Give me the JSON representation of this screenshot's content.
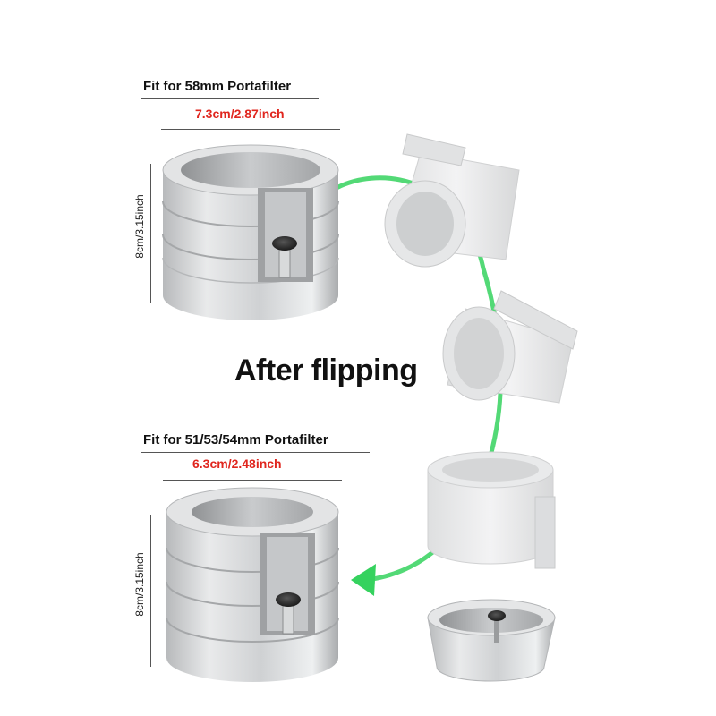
{
  "top": {
    "title": "Fit for 58mm Portafilter",
    "width_label": "7.3cm/2.87inch",
    "height_label": "8cm/3.15inch"
  },
  "headline": "After flipping",
  "bottom": {
    "title": "Fit for 51/53/54mm Portafilter",
    "width_label": "6.3cm/2.48inch",
    "height_label": "8cm/3.15inch"
  },
  "colors": {
    "arrow": "#35d25e",
    "metal_light": "#e8e9ea",
    "metal_mid": "#c7c9cb",
    "metal_dark": "#9a9c9e",
    "measure_red": "#e0261e"
  }
}
